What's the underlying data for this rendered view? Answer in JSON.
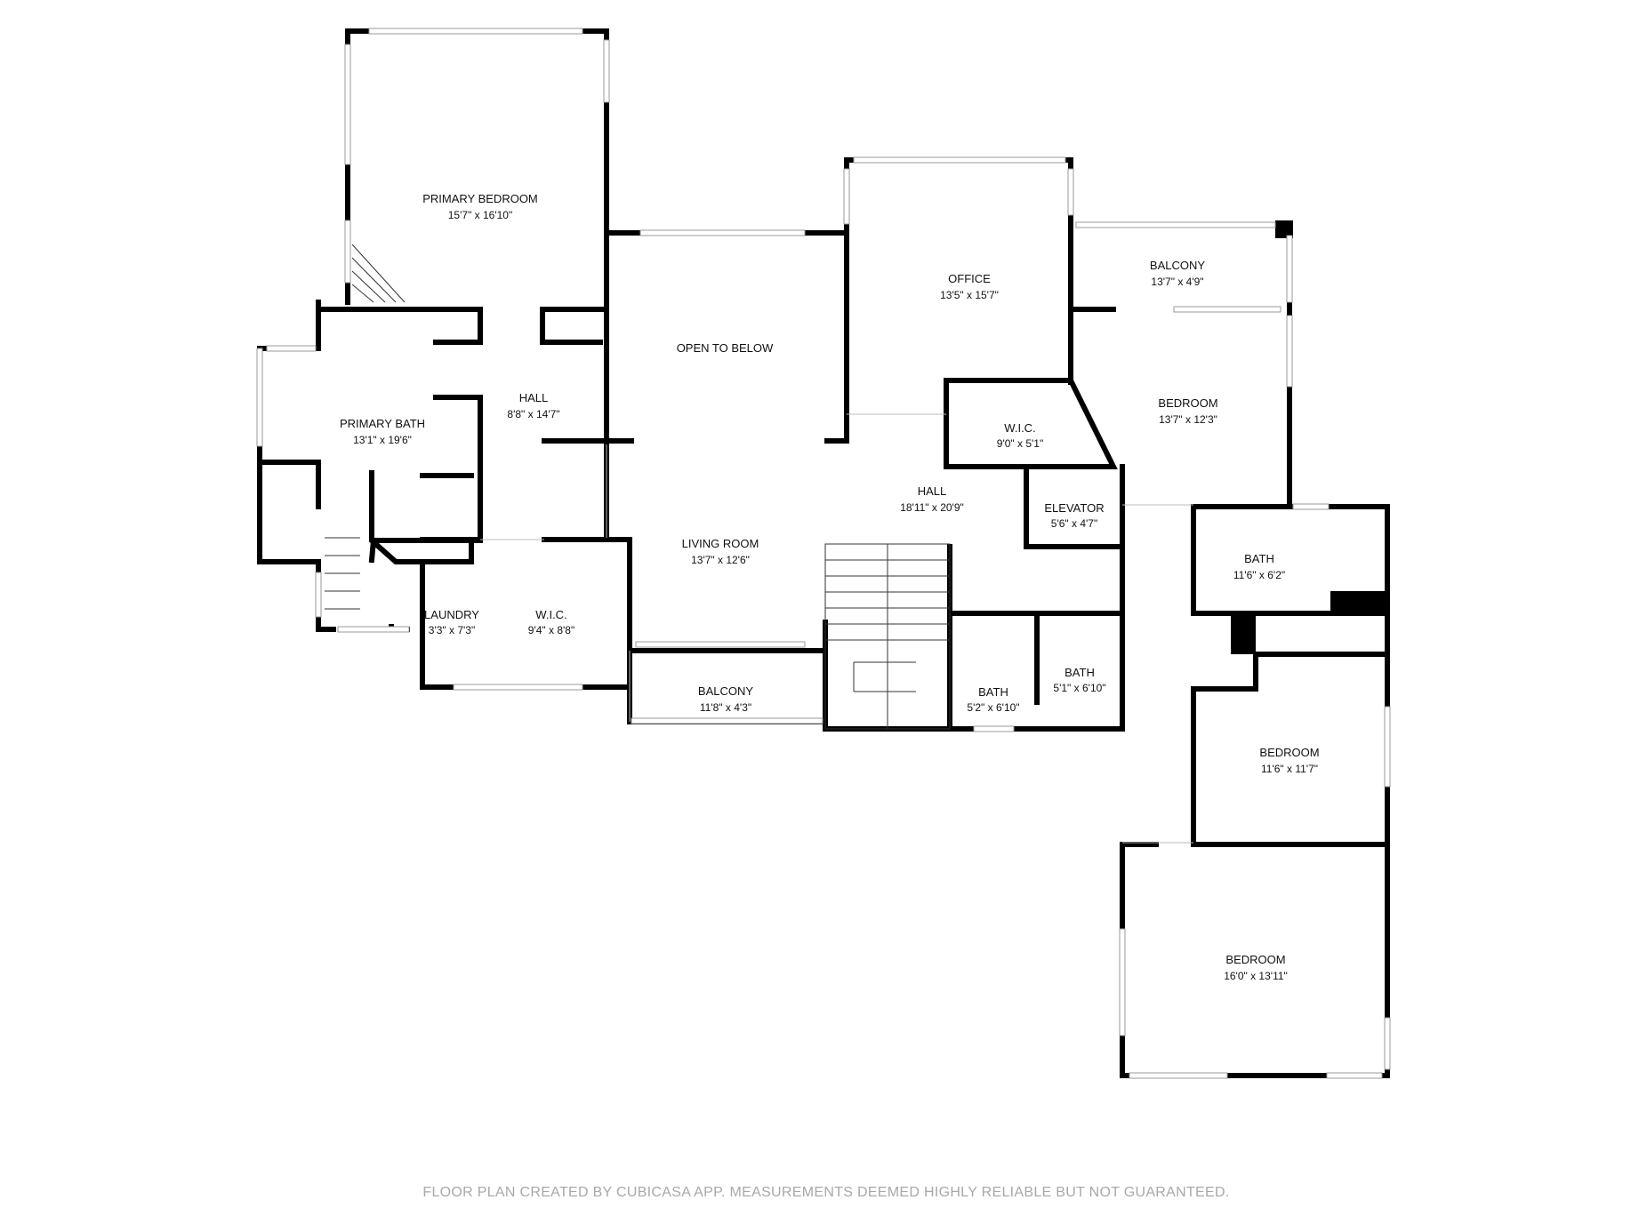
{
  "rooms": {
    "primary_bedroom": {
      "name": "PRIMARY BEDROOM",
      "dims": "15'7\" x 16'10\""
    },
    "hall_west": {
      "name": "HALL",
      "dims": "8'8\" x 14'7\""
    },
    "primary_bath": {
      "name": "PRIMARY BATH",
      "dims": "13'1\" x 19'6\""
    },
    "open_to_below": {
      "name": "OPEN TO BELOW"
    },
    "office": {
      "name": "OFFICE",
      "dims": "13'5\" x 15'7\""
    },
    "balcony_north": {
      "name": "BALCONY",
      "dims": "13'7\" x 4'9\""
    },
    "bedroom_northeast": {
      "name": "BEDROOM",
      "dims": "13'7\" x 12'3\""
    },
    "wic_north": {
      "name": "W.I.C.",
      "dims": "9'0\" x 5'1\""
    },
    "hall_central": {
      "name": "HALL",
      "dims": "18'11\" x 20'9\""
    },
    "elevator": {
      "name": "ELEVATOR",
      "dims": "5'6\" x 4'7\""
    },
    "living_room": {
      "name": "LIVING ROOM",
      "dims": "13'7\" x 12'6\""
    },
    "laundry": {
      "name": "LAUNDRY",
      "dims": "3'3\" x 7'3\""
    },
    "wic_south": {
      "name": "W.I.C.",
      "dims": "9'4\" x 8'8\""
    },
    "balcony_south": {
      "name": "BALCONY",
      "dims": "11'8\" x 4'3\""
    },
    "bath_east": {
      "name": "BATH",
      "dims": "11'6\" x 6'2\""
    },
    "bath_small_a": {
      "name": "BATH",
      "dims": "5'2\" x 6'10\""
    },
    "bath_small_b": {
      "name": "BATH",
      "dims": "5'1\" x 6'10\""
    },
    "bedroom_east": {
      "name": "BEDROOM",
      "dims": "11'6\" x 11'7\""
    },
    "bedroom_southeast": {
      "name": "BEDROOM",
      "dims": "16'0\" x 13'11\""
    }
  },
  "footer": {
    "disclaimer": "FLOOR PLAN CREATED BY CUBICASA APP. MEASUREMENTS DEEMED HIGHLY RELIABLE BUT NOT GUARANTEED."
  },
  "colors": {
    "wall": "#000000",
    "window": "#9a9a9a",
    "footer_text": "#a8a8a8"
  }
}
